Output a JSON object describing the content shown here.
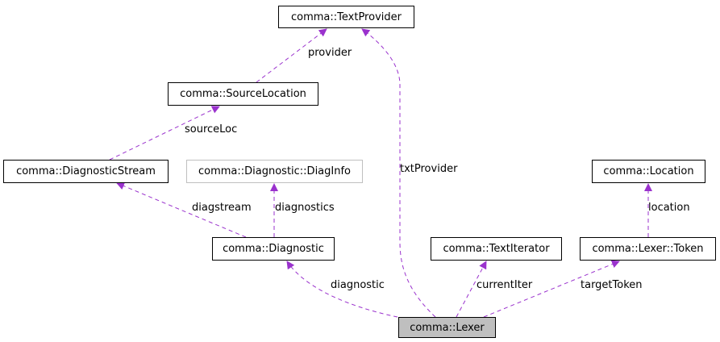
{
  "colors": {
    "edge": "#9a32cd",
    "node_border": "#000000",
    "undocumented_border": "#bfbfbf",
    "focus_fill": "#bfbfbf"
  },
  "nodes": {
    "text_provider": "comma::TextProvider",
    "source_location": "comma::SourceLocation",
    "diagnostic_stream": "comma::DiagnosticStream",
    "diag_info": "comma::Diagnostic::DiagInfo",
    "location": "comma::Location",
    "diagnostic": "comma::Diagnostic",
    "text_iterator": "comma::TextIterator",
    "lexer_token": "comma::Lexer::Token",
    "lexer": "comma::Lexer"
  },
  "edges": {
    "provider": "provider",
    "source_loc": "sourceLoc",
    "txt_provider": "txtProvider",
    "diagstream": "diagstream",
    "diagnostics": "diagnostics",
    "location": "location",
    "diagnostic": "diagnostic",
    "current_iter": "currentIter",
    "target_token": "targetToken"
  }
}
